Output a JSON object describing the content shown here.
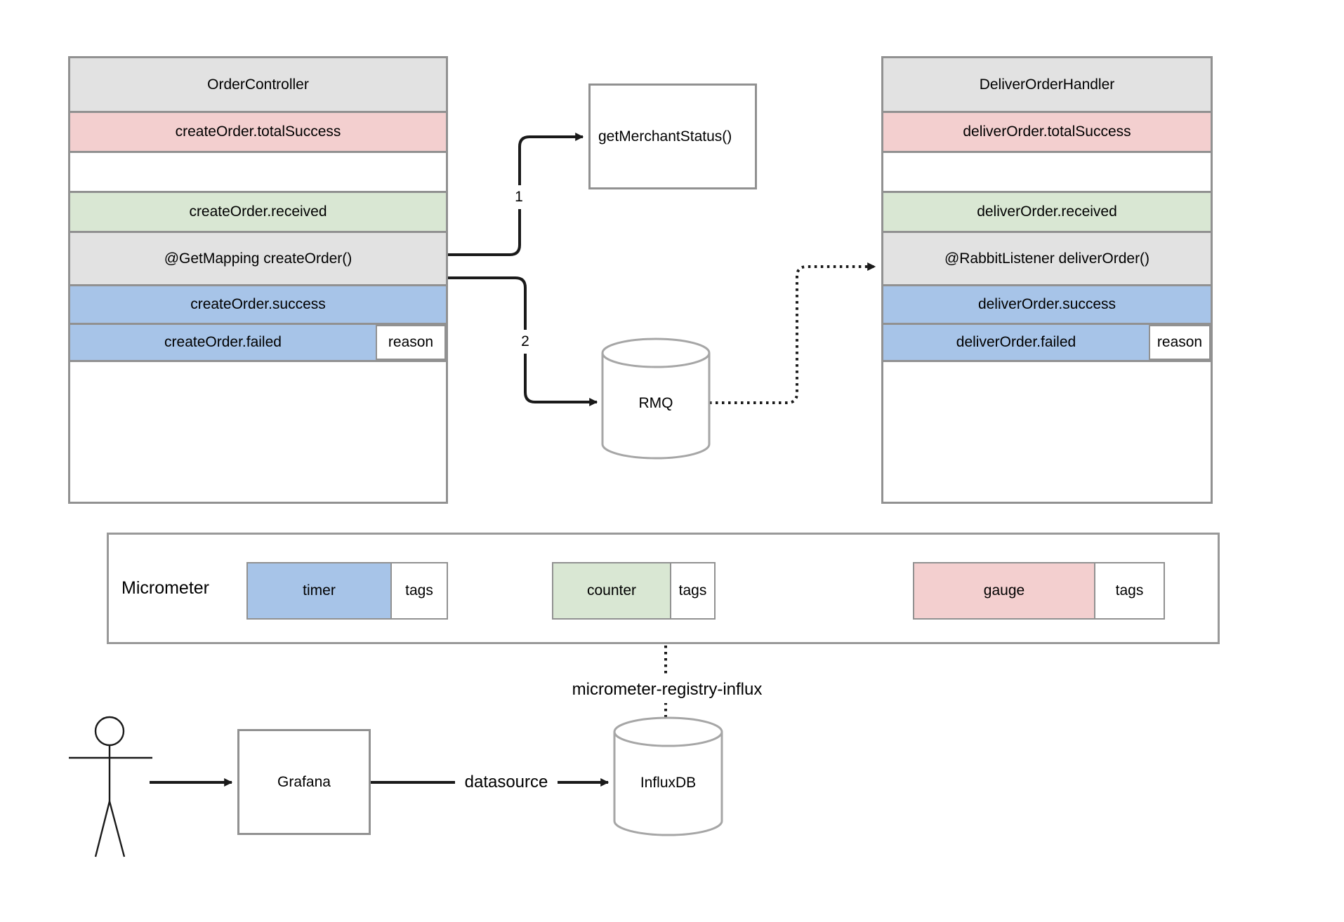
{
  "colors": {
    "row_gray": "#e2e2e2",
    "row_pink": "#f3cfcf",
    "row_green": "#d9e7d3",
    "row_blue": "#a7c4e8",
    "border_gray": "#919191",
    "arrow_black": "#1a1a1a"
  },
  "order_controller": {
    "title": "OrderController",
    "total_success": "createOrder.totalSuccess",
    "received": "createOrder.received",
    "handler": "@GetMapping createOrder()",
    "success": "createOrder.success",
    "failed": "createOrder.failed",
    "reason": "reason"
  },
  "deliver_order_handler": {
    "title": "DeliverOrderHandler",
    "total_success": "deliverOrder.totalSuccess",
    "received": "deliverOrder.received",
    "handler": "@RabbitListener deliverOrder()",
    "success": "deliverOrder.success",
    "failed": "deliverOrder.failed",
    "reason": "reason"
  },
  "merchant_status": {
    "label": "getMerchantStatus()"
  },
  "rmq": {
    "label": "RMQ"
  },
  "arrow_labels": {
    "merchant_call": "1",
    "rmq_publish": "2"
  },
  "micrometer": {
    "title": "Micrometer",
    "metrics": [
      {
        "name": "timer",
        "tag": "tags",
        "color": "#a7c4e8"
      },
      {
        "name": "counter",
        "tag": "tags",
        "color": "#d9e7d3"
      },
      {
        "name": "gauge",
        "tag": "tags",
        "color": "#f3cfcf"
      }
    ],
    "registry_label": "micrometer-registry-influx"
  },
  "monitoring": {
    "grafana": "Grafana",
    "datasource_label": "datasource",
    "influxdb": "InfluxDB"
  }
}
